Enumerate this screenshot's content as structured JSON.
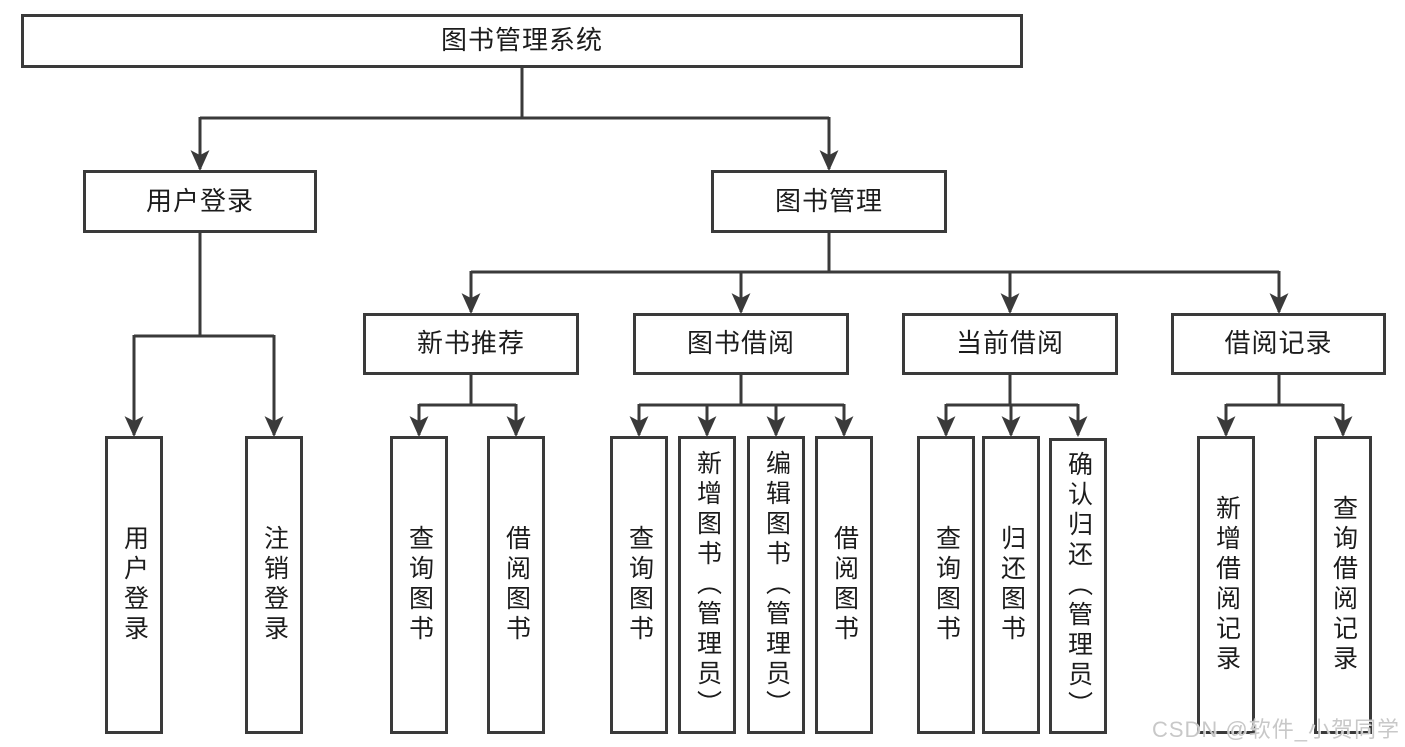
{
  "nodes": {
    "root": "图书管理系统",
    "level2": {
      "user_login": "用户登录",
      "book_management": "图书管理"
    },
    "level3": {
      "new_book_recommend": "新书推荐",
      "book_borrow": "图书借阅",
      "current_borrow": "当前借阅",
      "borrow_records": "借阅记录"
    },
    "leaves": {
      "user_login": "用户登录",
      "logout": "注销登录",
      "query_books_recommend": "查询图书",
      "borrow_books_recommend": "借阅图书",
      "query_books_borrow": "查询图书",
      "add_books_admin": "新增图书（管理员）",
      "edit_books_admin": "编辑图书（管理员）",
      "borrow_books_borrow": "借阅图书",
      "query_books_current": "查询图书",
      "return_books": "归还图书",
      "confirm_return_admin": "确认归还（管理员）",
      "add_borrow_record": "新增借阅记录",
      "query_borrow_record": "查询借阅记录"
    }
  },
  "watermark": {
    "text": "CSDN @软件_小贺同学"
  },
  "colors": {
    "line": "#3a3a3a",
    "box_border": "#3a3a3a",
    "text": "#1c1c1c",
    "watermark": "#c5c5c5",
    "background": "#ffffff"
  }
}
